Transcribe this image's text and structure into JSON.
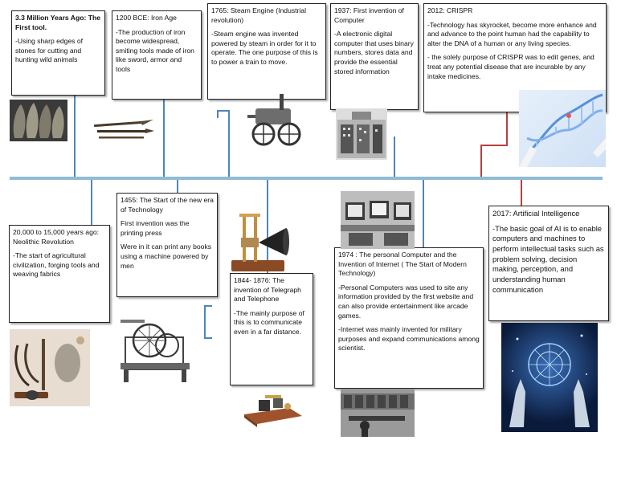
{
  "events": [
    {
      "id": "first-tool",
      "title": "3.3 Million Years Ago: The First tool.",
      "body": [
        "-Using sharp edges of stones for cutting and hunting wild animals"
      ]
    },
    {
      "id": "iron-age",
      "title": "1200 BCE: Iron Age",
      "body": [
        "-The production of iron become widespread, smiting tools made of iron like sword, armor and tools"
      ]
    },
    {
      "id": "steam-engine",
      "title": "1765: Steam Engine (Industrial revolution)",
      "body": [
        "-Steam engine was invented powered by steam in order for it to operate. The one purpose of this is to power a train to move."
      ]
    },
    {
      "id": "first-computer",
      "title": "1937: First invention of Computer",
      "body": [
        "-A electronic digital computer that uses binary numbers, stores data and provide the essential stored information"
      ]
    },
    {
      "id": "crispr",
      "title": "2012: CRISPR",
      "body": [
        "-Technology has skyrocket, become more enhance and and advance to the point human had the capability to alter the DNA of a human or any living species.",
        "- the solely purpose of CRISPR was to edit genes, and treat any potential disease that are incurable by any intake medicines."
      ]
    },
    {
      "id": "neolithic",
      "title": "20,000 to 15,000 years ago: Neolithic Revolution",
      "body": [
        "-The start of agricultural civilization, forging tools and weaving fabrics"
      ]
    },
    {
      "id": "printing-press",
      "title": "1455: The Start of the new era of Technology",
      "body": [
        "First invention was the printing press",
        "Were in it can print any books using a machine powered by men"
      ]
    },
    {
      "id": "telegraph",
      "title": "1844- 1876: The invention of Telegraph and Telephone",
      "body": [
        "-The mainly purpose of this is to communicate even in a far distance."
      ]
    },
    {
      "id": "personal-computer",
      "title": "1974 : The personal Computer and the Invention of Internet ( The Start of Modern Technology)",
      "body": [
        "-Personal Computers was used to site any information provided by the first website and can also provide entertainment like arcade games.",
        "-Internet was mainly invented for military purposes and expand communications among scientist."
      ]
    },
    {
      "id": "ai",
      "title": "2017: Artificial Intelligence",
      "body": [
        "-The basic goal of AI is to enable computers and machines to perform intellectual tasks such as problem solving, decision making, perception, and understanding human communication"
      ]
    }
  ],
  "colors": {
    "timeline": "#8fbcd4",
    "connector": "#4f86b8",
    "connector_accent": "#b84040"
  },
  "images": [
    {
      "id": "stone-tools",
      "icon": "stone-tools-icon"
    },
    {
      "id": "iron-tools",
      "icon": "iron-tools-icon"
    },
    {
      "id": "steam-engine",
      "icon": "steam-engine-icon"
    },
    {
      "id": "early-computer",
      "icon": "early-computer-icon"
    },
    {
      "id": "dna-helix",
      "icon": "dna-helix-icon"
    },
    {
      "id": "neolithic-tools",
      "icon": "neolithic-tools-icon"
    },
    {
      "id": "printing-press",
      "icon": "printing-press-icon"
    },
    {
      "id": "telegraph-device",
      "icon": "telegraph-icon"
    },
    {
      "id": "telephone-device",
      "icon": "telephone-icon"
    },
    {
      "id": "personal-computers",
      "icon": "personal-computers-icon"
    },
    {
      "id": "mainframe-lab",
      "icon": "mainframe-icon"
    },
    {
      "id": "ai-hand",
      "icon": "ai-hand-icon"
    }
  ]
}
